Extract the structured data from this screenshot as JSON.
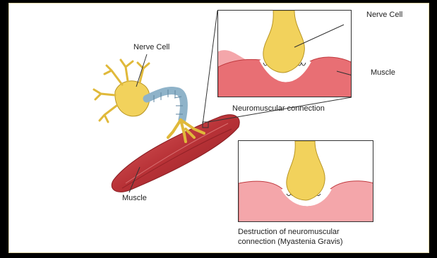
{
  "labels": {
    "nerve_cell_main": "Nerve Cell",
    "muscle_main": "Muscle",
    "nerve_cell_inset": "Nerve Cell",
    "muscle_inset": "Muscle",
    "neuromuscular_connection": "Neuromuscular connection",
    "destruction_line1": "Destruction of neuromuscular",
    "destruction_line2": "connection (Myastenia Gravis)"
  },
  "colors": {
    "background": "#000000",
    "panel": "#ffffff",
    "nerve_yellow": "#f2d25c",
    "nerve_outline": "#b89524",
    "axon_blue": "#8fb3c9",
    "muscle_red": "#c0393e",
    "muscle_pink": "#f4a6aa"
  }
}
